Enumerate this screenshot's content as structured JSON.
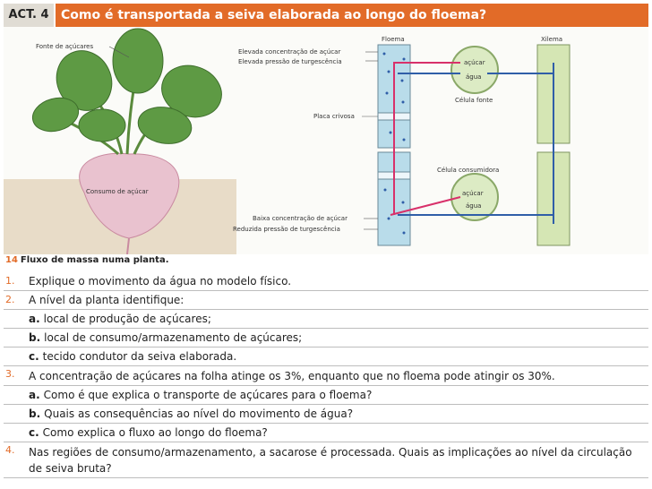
{
  "header": {
    "act_label": "ACT. 4",
    "title": "Como é transportada a seiva elaborada ao longo do floema?"
  },
  "figure": {
    "labels": {
      "source": "Fonte de açúcares",
      "consumption": "Consumo de açúcar",
      "high_sugar": "Elevada concentração de açúcar",
      "high_pressure": "Elevada pressão de turgescência",
      "sieve_plate": "Placa crivosa",
      "low_sugar": "Baixa concentração de açúcar",
      "low_pressure": "Reduzida pressão de turgescência",
      "phloem": "Floema",
      "xylem": "Xilema",
      "source_cell": "Célula fonte",
      "consumer_cell": "Célula consumidora",
      "sugar": "açúcar",
      "water": "água"
    },
    "colors": {
      "leaf": "#4f8a3c",
      "root": "#e0a8b8",
      "phloem_tube": "#a8d0e0",
      "xylem_tube": "#cfe0a8",
      "sugar_arrow": "#d8306a",
      "water_arrow": "#2f5ea8"
    }
  },
  "caption": {
    "number": "14",
    "text": "Fluxo de massa numa planta."
  },
  "questions": [
    {
      "num": "1.",
      "text": "Explique o movimento da água no modelo físico."
    },
    {
      "num": "2.",
      "text": "A nível da planta identifique:"
    },
    {
      "sub": "a.",
      "text": "local de produção de açúcares;"
    },
    {
      "sub": "b.",
      "text": "local de consumo/armazenamento de açúcares;"
    },
    {
      "sub": "c.",
      "text": "tecido condutor da seiva elaborada."
    },
    {
      "num": "3.",
      "text": "A concentração de açúcares na folha atinge os 3%, enquanto que no floema pode atingir os 30%."
    },
    {
      "sub": "a.",
      "text": "Como é que explica o transporte de açúcares para o floema?"
    },
    {
      "sub": "b.",
      "text": "Quais as consequências ao nível do movimento de água?"
    },
    {
      "sub": "c.",
      "text": "Como explica o fluxo ao longo do floema?"
    },
    {
      "num": "4.",
      "text": "Nas regiões de consumo/armazenamento, a sacarose é processada. Quais as implicações ao nível da circulação de seiva bruta?"
    }
  ]
}
